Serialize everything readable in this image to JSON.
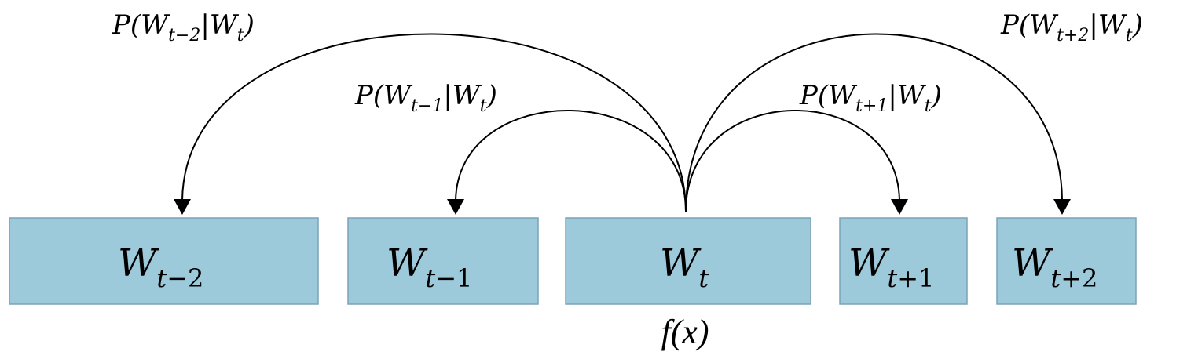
{
  "boxes": [
    {
      "id": "w-t-minus-2",
      "base": "W",
      "sub_var": "t",
      "sub_rest": "−2"
    },
    {
      "id": "w-t-minus-1",
      "base": "W",
      "sub_var": "t",
      "sub_rest": "−1"
    },
    {
      "id": "w-t",
      "base": "W",
      "sub_var": "t",
      "sub_rest": ""
    },
    {
      "id": "w-t-plus-1",
      "base": "W",
      "sub_var": "t",
      "sub_rest": "+1"
    },
    {
      "id": "w-t-plus-2",
      "base": "W",
      "sub_var": "t",
      "sub_rest": "+2"
    }
  ],
  "probabilities": {
    "p_t_minus_2": {
      "open": "P(W",
      "sub": "t−2",
      "mid": "|W",
      "sub2": "t",
      "close": ")"
    },
    "p_t_minus_1": {
      "open": "P(W",
      "sub": "t−1",
      "mid": "|W",
      "sub2": "t",
      "close": ")"
    },
    "p_t_plus_1": {
      "open": "P(W",
      "sub": "t+1",
      "mid": "|W",
      "sub2": "t",
      "close": ")"
    },
    "p_t_plus_2": {
      "open": "P(W",
      "sub": "t+2",
      "mid": "|W",
      "sub2": "t",
      "close": ")"
    }
  },
  "function_label": "f(x)",
  "colors": {
    "box_fill": "#9dcadb",
    "box_stroke": "#7aa3b8",
    "arrow": "#000000"
  }
}
